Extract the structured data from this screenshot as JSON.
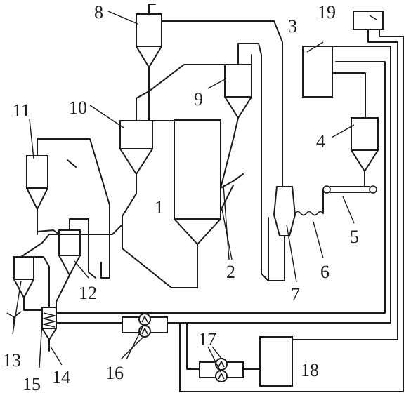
{
  "labels": {
    "n1": "1",
    "n2": "2",
    "n3": "3",
    "n4": "4",
    "n5": "5",
    "n6": "6",
    "n7": "7",
    "n8": "8",
    "n9": "9",
    "n10": "10",
    "n11": "11",
    "n12": "12",
    "n13": "13",
    "n14": "14",
    "n15": "15",
    "n16": "16",
    "n17": "17",
    "n18": "18",
    "n19": "19"
  },
  "colors": {
    "line": "#1a1a1a",
    "background": "#ffffff"
  }
}
